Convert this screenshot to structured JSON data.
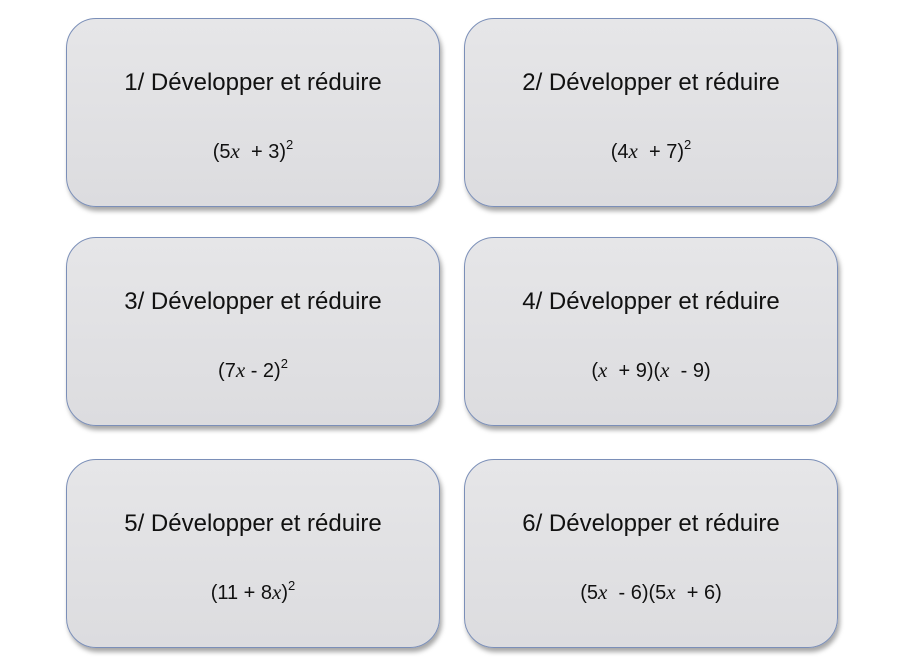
{
  "cards": [
    {
      "title": "1/ Développer et réduire",
      "expr": {
        "p1": "(5",
        "var": "x",
        "p2": "  + 3)",
        "exp": "2"
      }
    },
    {
      "title": "2/ Développer et réduire",
      "expr": {
        "p1": "(4",
        "var": "x",
        "p2": "  + 7)",
        "exp": "2"
      }
    },
    {
      "title": "3/ Développer et réduire",
      "expr": {
        "p1": "(7",
        "var": "x",
        "p2": " - 2)",
        "exp": "2"
      }
    },
    {
      "title": "4/ Développer et réduire",
      "expr": {
        "p1": "(",
        "var": "x",
        "p2": "  + 9)(",
        "var2": "x",
        "p3": "  - 9)"
      }
    },
    {
      "title": "5/ Développer et réduire",
      "expr": {
        "p1": "(11 + 8",
        "var": "x",
        "p2": ")",
        "exp": "2"
      }
    },
    {
      "title": "6/ Développer et réduire",
      "expr": {
        "p1": "(5",
        "var": "x",
        "p2": "  - 6)(5",
        "var2": "x",
        "p3": "  + 6)"
      }
    }
  ]
}
